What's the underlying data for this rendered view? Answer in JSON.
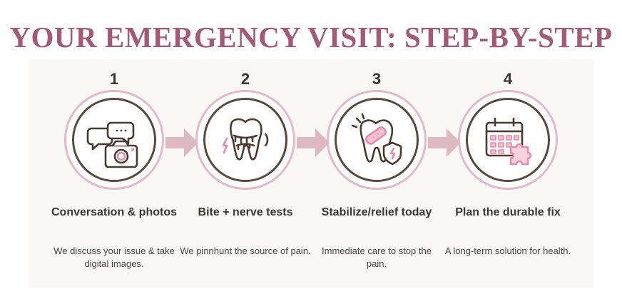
{
  "title": "YOUR EMERGENCY VISIT: STEP-BY-STEP",
  "colors": {
    "title": "#a45a74",
    "ring_pink": "#e6b8c8",
    "ring_dark": "#5a4a3e",
    "arrow": "#dfb9c2",
    "accent": "#e98aa8"
  },
  "steps": [
    {
      "number": "1",
      "heading": "Conversation & photos",
      "description": "We discuss your issue & take digital images.",
      "icon": "chat-camera-icon"
    },
    {
      "number": "2",
      "heading": "Bite + nerve tests",
      "description": "We pinnhunt the source of pain.",
      "icon": "bite-tooth-icon"
    },
    {
      "number": "3",
      "heading": "Stabilize/relief today",
      "description": "Immediate care to stop the pain.",
      "icon": "tooth-bandage-shield-icon"
    },
    {
      "number": "4",
      "heading": "Plan the durable fix",
      "description": "A long-term solution for health.",
      "icon": "calendar-puzzle-icon"
    }
  ]
}
